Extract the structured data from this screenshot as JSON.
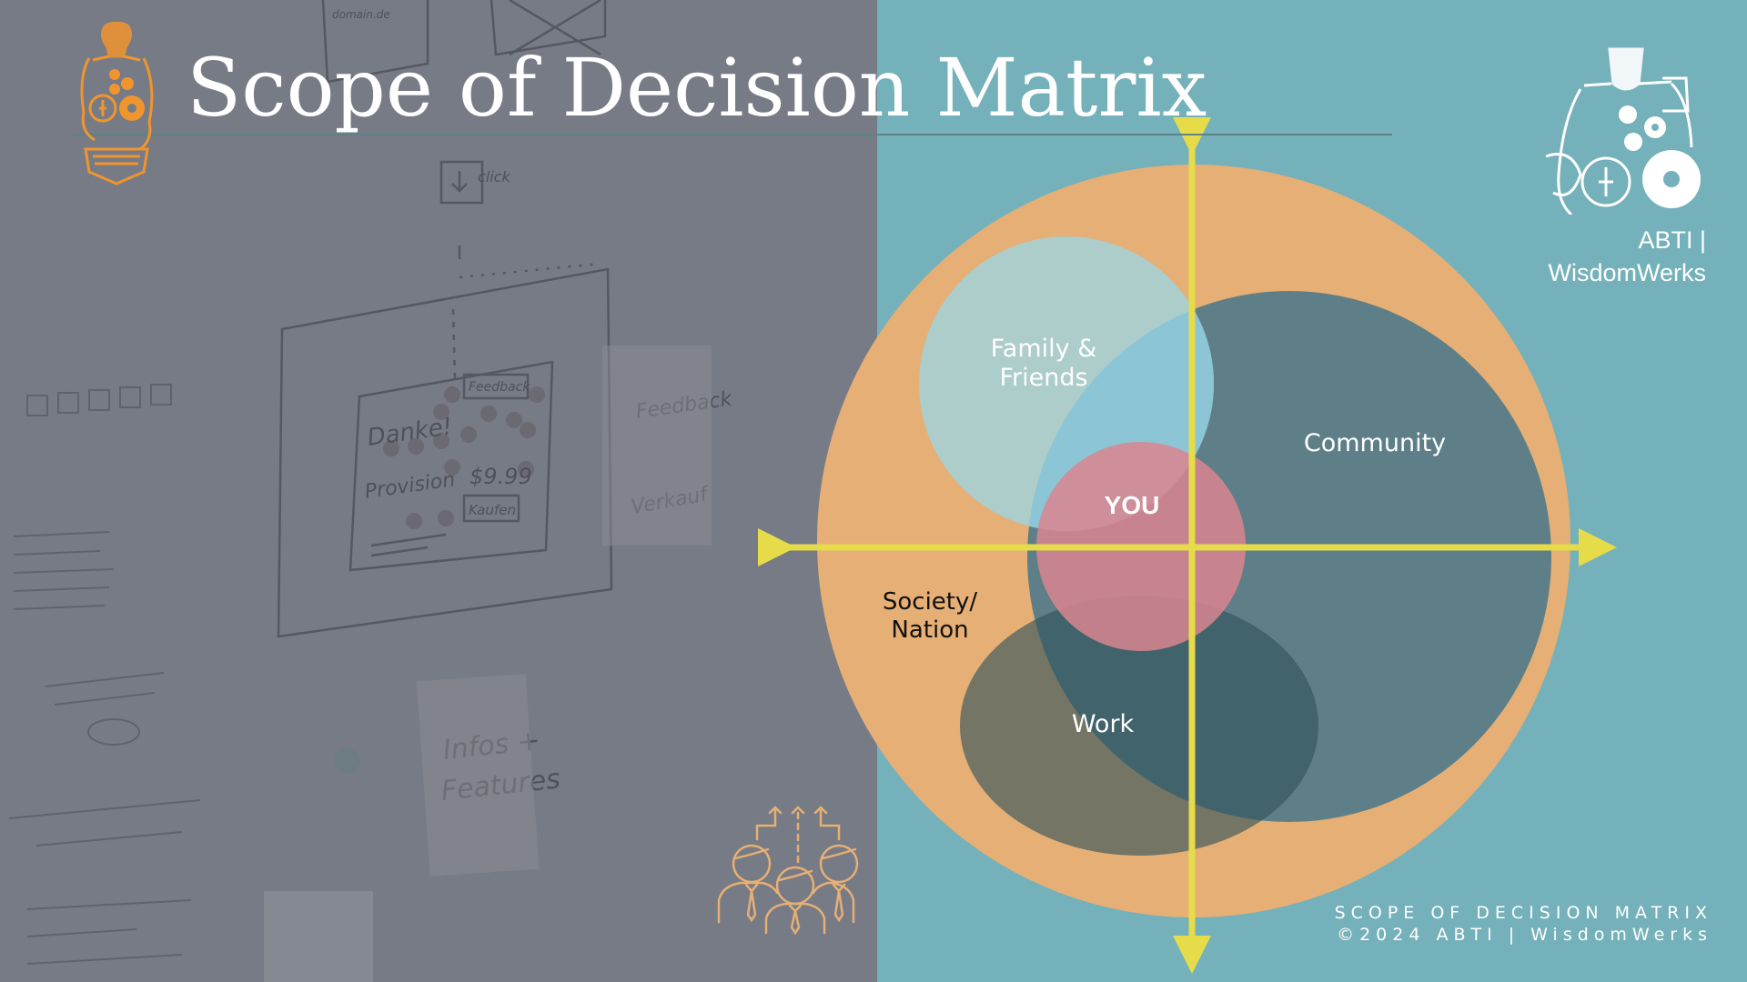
{
  "slide": {
    "title": "Scope of Decision Matrix",
    "brand_line1": "ABTI |",
    "brand_line2": "WisdomWerks",
    "footer_line1": "SCOPE OF DECISION MATRIX",
    "footer_line2": "©2024 ABTI | WisdomWerks"
  },
  "icons": {
    "left_logo": "steampunk-lightbulb-gears-logo",
    "right_logo": "steampunk-lightbulb-gears-logo",
    "bottom_icon": "team-growth-people-icon"
  },
  "background_photo": {
    "description": "wireframe sketches on wall",
    "sketch_texts": [
      "Danke!",
      "Feedback",
      "Provision",
      "$9.99",
      "Kaufen",
      "Feedback",
      "Verkauf",
      "Infos + Features",
      "domain.de",
      "click"
    ]
  },
  "diagram": {
    "type": "nested-venn",
    "axes": {
      "horizontal": "double-arrow",
      "vertical": "double-arrow",
      "color": "#E6DC4A"
    },
    "regions": [
      {
        "id": "society",
        "label_line1": "Society/",
        "label_line2": "Nation",
        "color": "#E5AF75"
      },
      {
        "id": "community",
        "label": "Community",
        "color": "#5F7F88"
      },
      {
        "id": "family",
        "label_line1": "Family &",
        "label_line2": "Friends",
        "color": "#A7CFD1"
      },
      {
        "id": "work",
        "label": "Work",
        "color": "#2F525A"
      },
      {
        "id": "you",
        "label": "YOU",
        "color": "#D08D96"
      }
    ]
  },
  "colors": {
    "left_panel": "#777B85",
    "right_panel": "#75B1BA",
    "logo_orange": "#F0952E",
    "rule": "#5E8288"
  }
}
